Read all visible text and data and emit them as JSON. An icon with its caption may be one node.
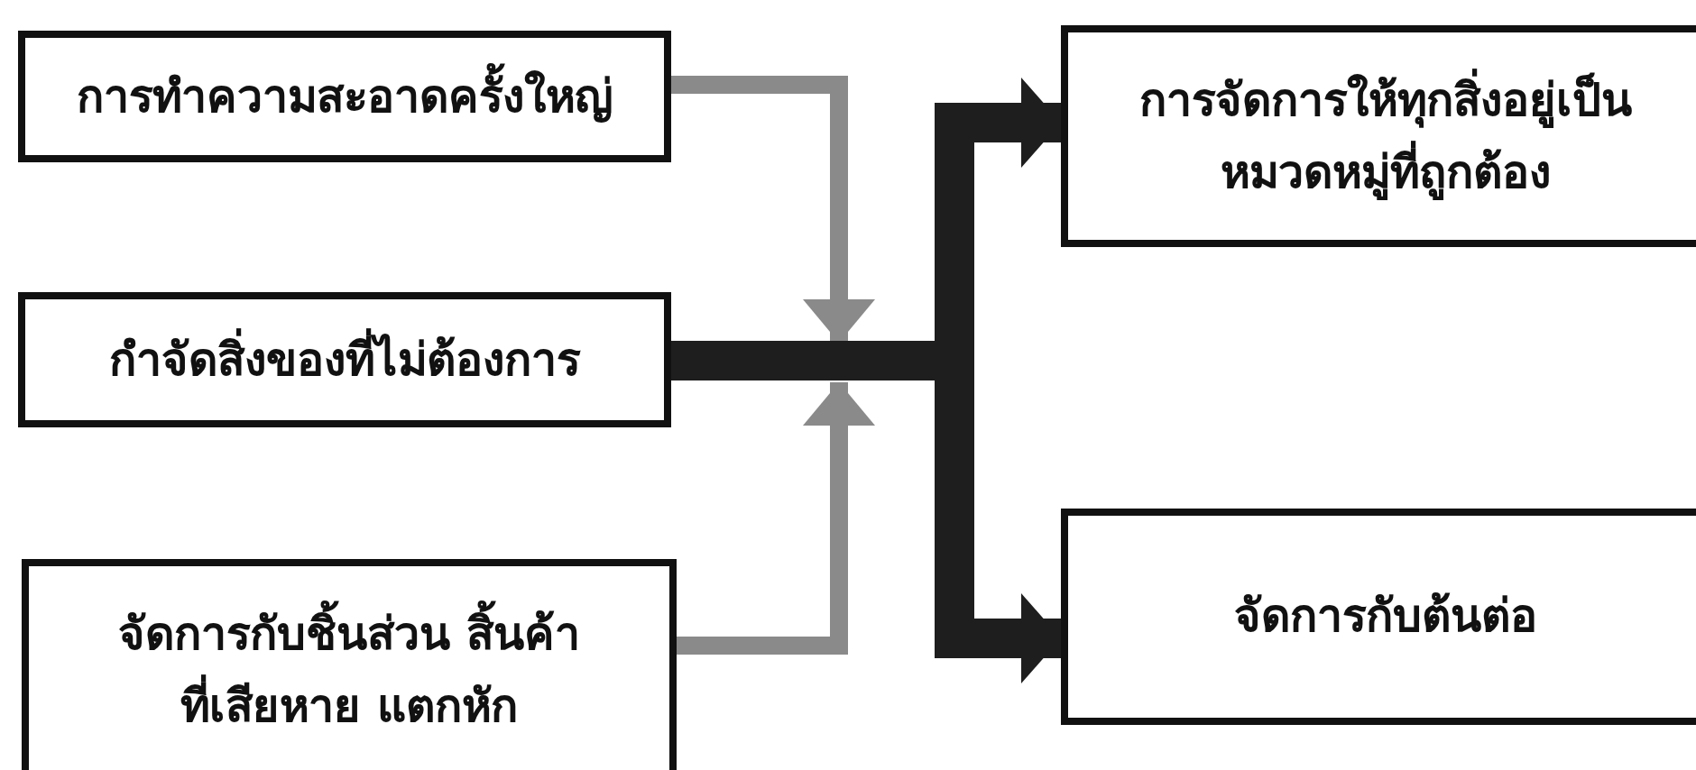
{
  "diagram": {
    "nodes": [
      {
        "text": [
          "การทำความสะอาดครั้งใหญ่"
        ]
      },
      {
        "text": [
          "กำจัดสิ่งของที่ไม่ต้องการ"
        ]
      },
      {
        "text": [
          "จัดการกับชิ้นส่วน สิ้นค้าที่เสียหาย แตกหัก"
        ]
      },
      {
        "text": [
          "การจัดการให้ทุกสิ่งอยู่เป็น หมวดหมู่ที่ถูกต้อง"
        ]
      },
      {
        "text": [
          "จัดการกับต้นต่อ"
        ]
      }
    ],
    "edges": [
      {
        "from": 0,
        "to": null,
        "arrow": "to",
        "color": "#8a8a8a"
      },
      {
        "from": 2,
        "to": null,
        "arrow": "to",
        "color": "#8a8a8a"
      },
      {
        "from": 1,
        "to": 3,
        "arrow": "to",
        "style": "thick",
        "color": "#1e1e1e"
      },
      {
        "from": 1,
        "to": 4,
        "arrow": "to",
        "style": "thick",
        "color": "#1e1e1e"
      }
    ]
  }
}
